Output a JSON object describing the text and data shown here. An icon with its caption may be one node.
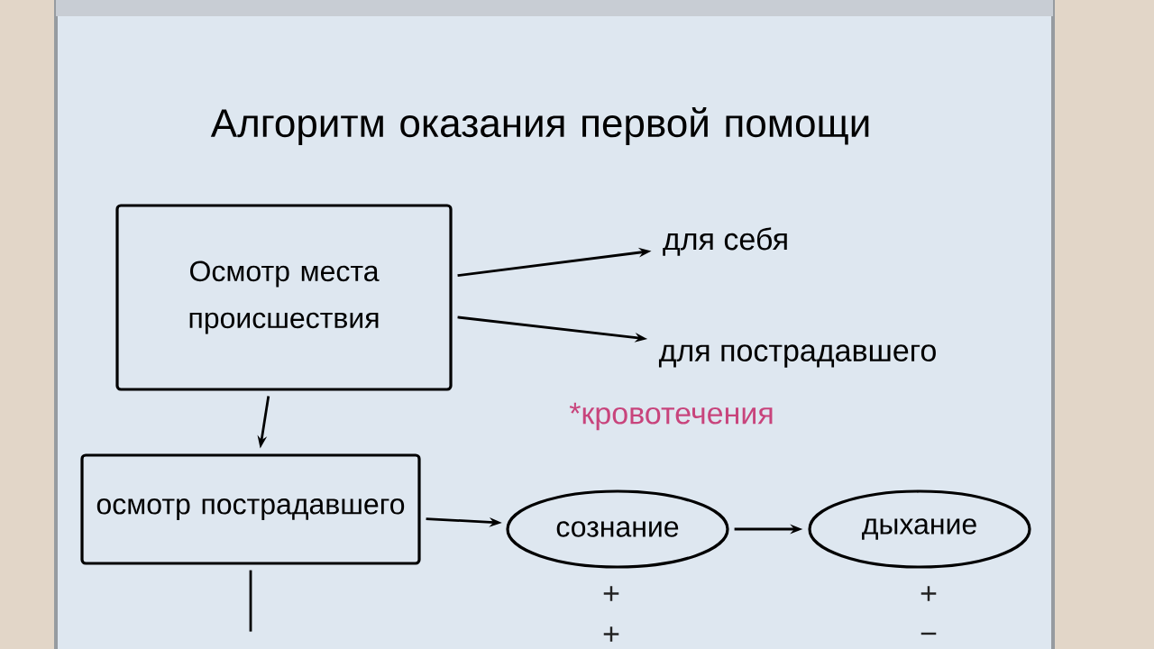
{
  "diagram": {
    "title": "Алгоритм оказания первой помощи",
    "nodes": [
      {
        "text": [
          "Осмотр места происшествия"
        ]
      },
      {
        "text": [
          "для себя"
        ]
      },
      {
        "text": [
          "для пострадавшего"
        ]
      },
      {
        "text": [
          "осмотр пострадавшего"
        ]
      },
      {
        "text": [
          "сознание"
        ]
      },
      {
        "text": [
          "дыхание"
        ]
      }
    ],
    "edges": [
      {
        "from": 0,
        "to": 1,
        "arrow": "to"
      },
      {
        "from": 0,
        "to": 2,
        "arrow": "to"
      },
      {
        "from": 0,
        "to": 3,
        "arrow": "to"
      },
      {
        "from": 3,
        "to": 4,
        "arrow": "to"
      },
      {
        "from": 4,
        "to": 5,
        "arrow": "to"
      },
      {
        "from": 3,
        "to": null,
        "arrow": "none"
      }
    ],
    "labels": [
      "*кровотечения",
      "+",
      "+",
      "+",
      "−"
    ]
  }
}
